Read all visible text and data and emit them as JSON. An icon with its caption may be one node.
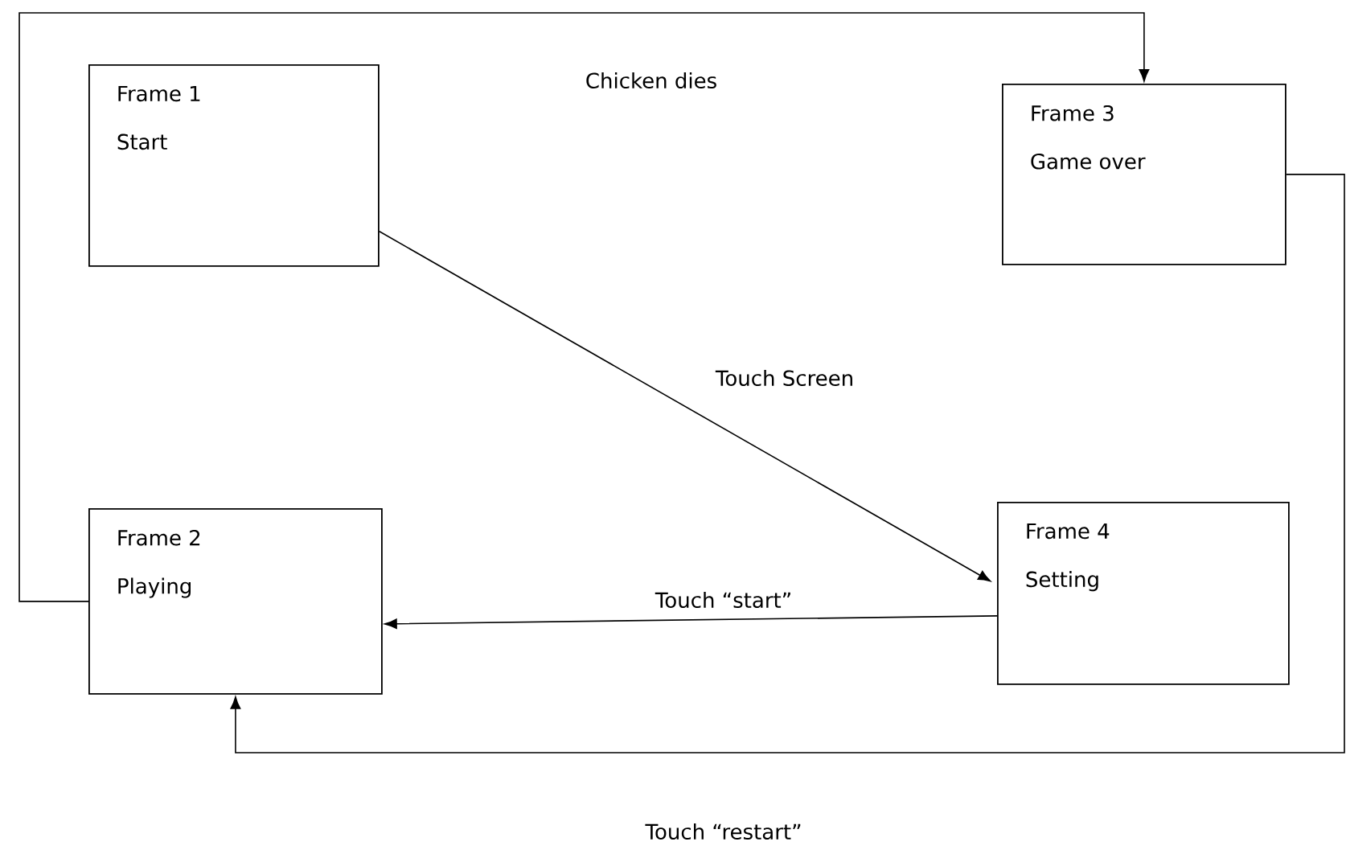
{
  "diagram": {
    "nodes": [
      {
        "text": [
          "Frame 1",
          "Start"
        ]
      },
      {
        "text": [
          "Frame 3",
          "Game over"
        ]
      },
      {
        "text": [
          "Frame 2",
          "Playing"
        ]
      },
      {
        "text": [
          "Frame 4",
          "Setting"
        ]
      }
    ],
    "edges": [
      {
        "from": 2,
        "to": 1,
        "arrow": "to",
        "label": "Chicken dies"
      },
      {
        "from": 0,
        "to": 3,
        "arrow": "to",
        "label": "Touch Screen"
      },
      {
        "from": 3,
        "to": 2,
        "arrow": "to",
        "label": "Touch “start”"
      },
      {
        "from": 1,
        "to": 2,
        "arrow": "to",
        "label": "Touch “restart”"
      }
    ]
  }
}
